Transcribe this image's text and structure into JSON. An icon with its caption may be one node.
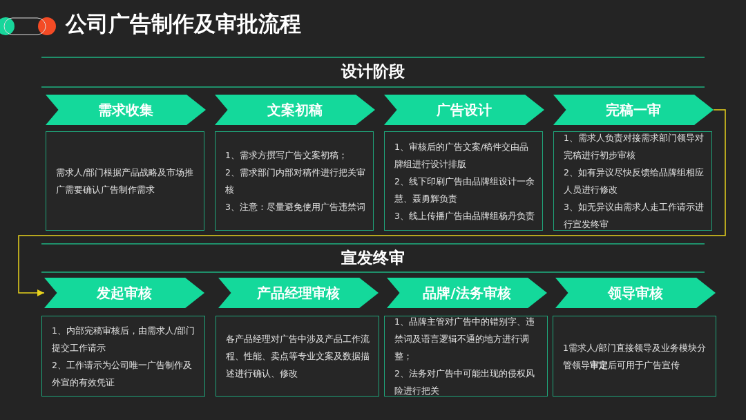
{
  "diagram": {
    "title": "公司广告制作及审批流程",
    "nodes": [
      {
        "text": [
          "需求收集"
        ]
      },
      {
        "text": [
          "文案初稿"
        ]
      },
      {
        "text": [
          "广告设计"
        ]
      },
      {
        "text": [
          "完稿一审"
        ]
      },
      {
        "text": [
          "需求人/部门根据产品战略及市场推广需要确认广告制作需求"
        ]
      },
      {
        "text": [
          "1、需求方撰写广告文案初稿；",
          "2、需求部门内部对稿件进行把关审核",
          "3、注意：尽量避免使用广告违禁词"
        ]
      },
      {
        "text": [
          "1、审核后的广告文案/稿件交由品牌组进行设计排版",
          "2、线下印刷广告由品牌组设计一余慧、聂勇辉负责",
          "3、线上传播广告由品牌组杨丹负责"
        ]
      },
      {
        "text": [
          "1、需求人负责对接需求部门领导对完稿进行初步审核",
          "2、如有异议尽快反馈给品牌组相应人员进行修改",
          "3、如无异议由需求人走工作请示进行宣发终审"
        ]
      },
      {
        "text": [
          "发起审核"
        ]
      },
      {
        "text": [
          "产品经理审核"
        ]
      },
      {
        "text": [
          "品牌/法务审核"
        ]
      },
      {
        "text": [
          "领导审核"
        ]
      },
      {
        "text": [
          "1、内部完稿审核后，由需求人/部门提交工作请示",
          "2、工作请示为公司唯一广告制作及外宣的有效凭证"
        ]
      },
      {
        "text": [
          "各产品经理对广告中涉及产品工作流程、性能、卖点等专业文案及数据描述进行确认、修改"
        ]
      },
      {
        "text": [
          "1、品牌主管对广告中的错别字、违禁词及语言逻辑不通的地方进行调整；",
          "2、法务对广告中可能出现的侵权风险进行把关"
        ]
      },
      {
        "text": [
          "1需求人/部门直接领导及业务模块分管领导**审定**后可用于广告宣传"
        ]
      }
    ],
    "edges": [
      {
        "from": 3,
        "to": 8,
        "arrow": "to",
        "color": "#e8d21d"
      }
    ],
    "labels": [
      "设计阶段",
      "宣发终审"
    ]
  }
}
